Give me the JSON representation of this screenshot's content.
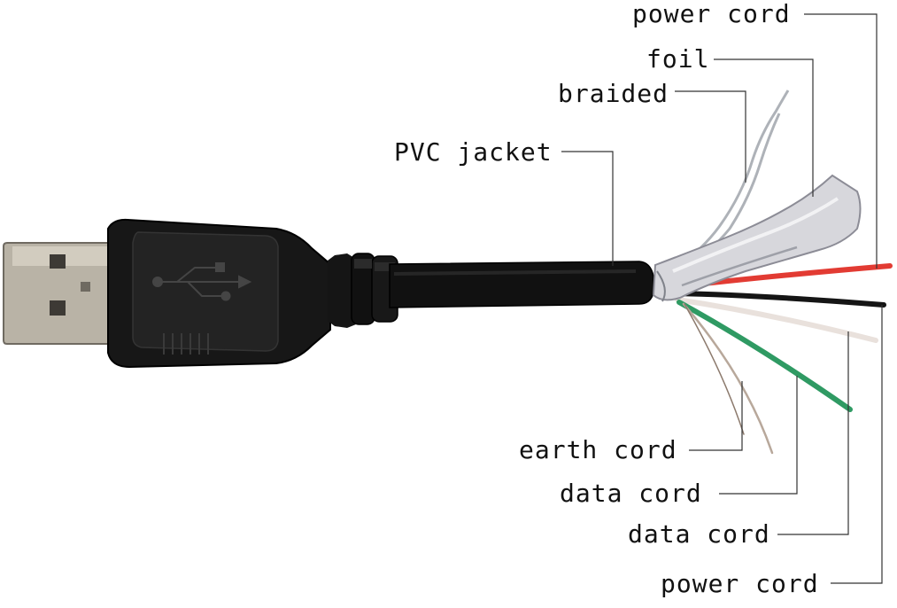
{
  "labels": {
    "power_cord_top": "power cord",
    "foil": "foil",
    "braided": "braided",
    "pvc_jacket": "PVC jacket",
    "earth_cord": "earth cord",
    "data_cord_1": "data cord",
    "data_cord_2": "data cord",
    "power_cord_bottom": "power cord"
  },
  "colors": {
    "background": "#ffffff",
    "cable_black": "#111111",
    "plug_metal": "#b9b3a6",
    "foil_silver": "#d7d7dc",
    "wire_red": "#e23b33",
    "wire_black": "#151515",
    "wire_white": "#e9e1dc",
    "wire_green": "#2f9a63",
    "wire_drain": "#b8a89b"
  },
  "icons": {
    "plug_logo": "usb-trident-icon"
  }
}
